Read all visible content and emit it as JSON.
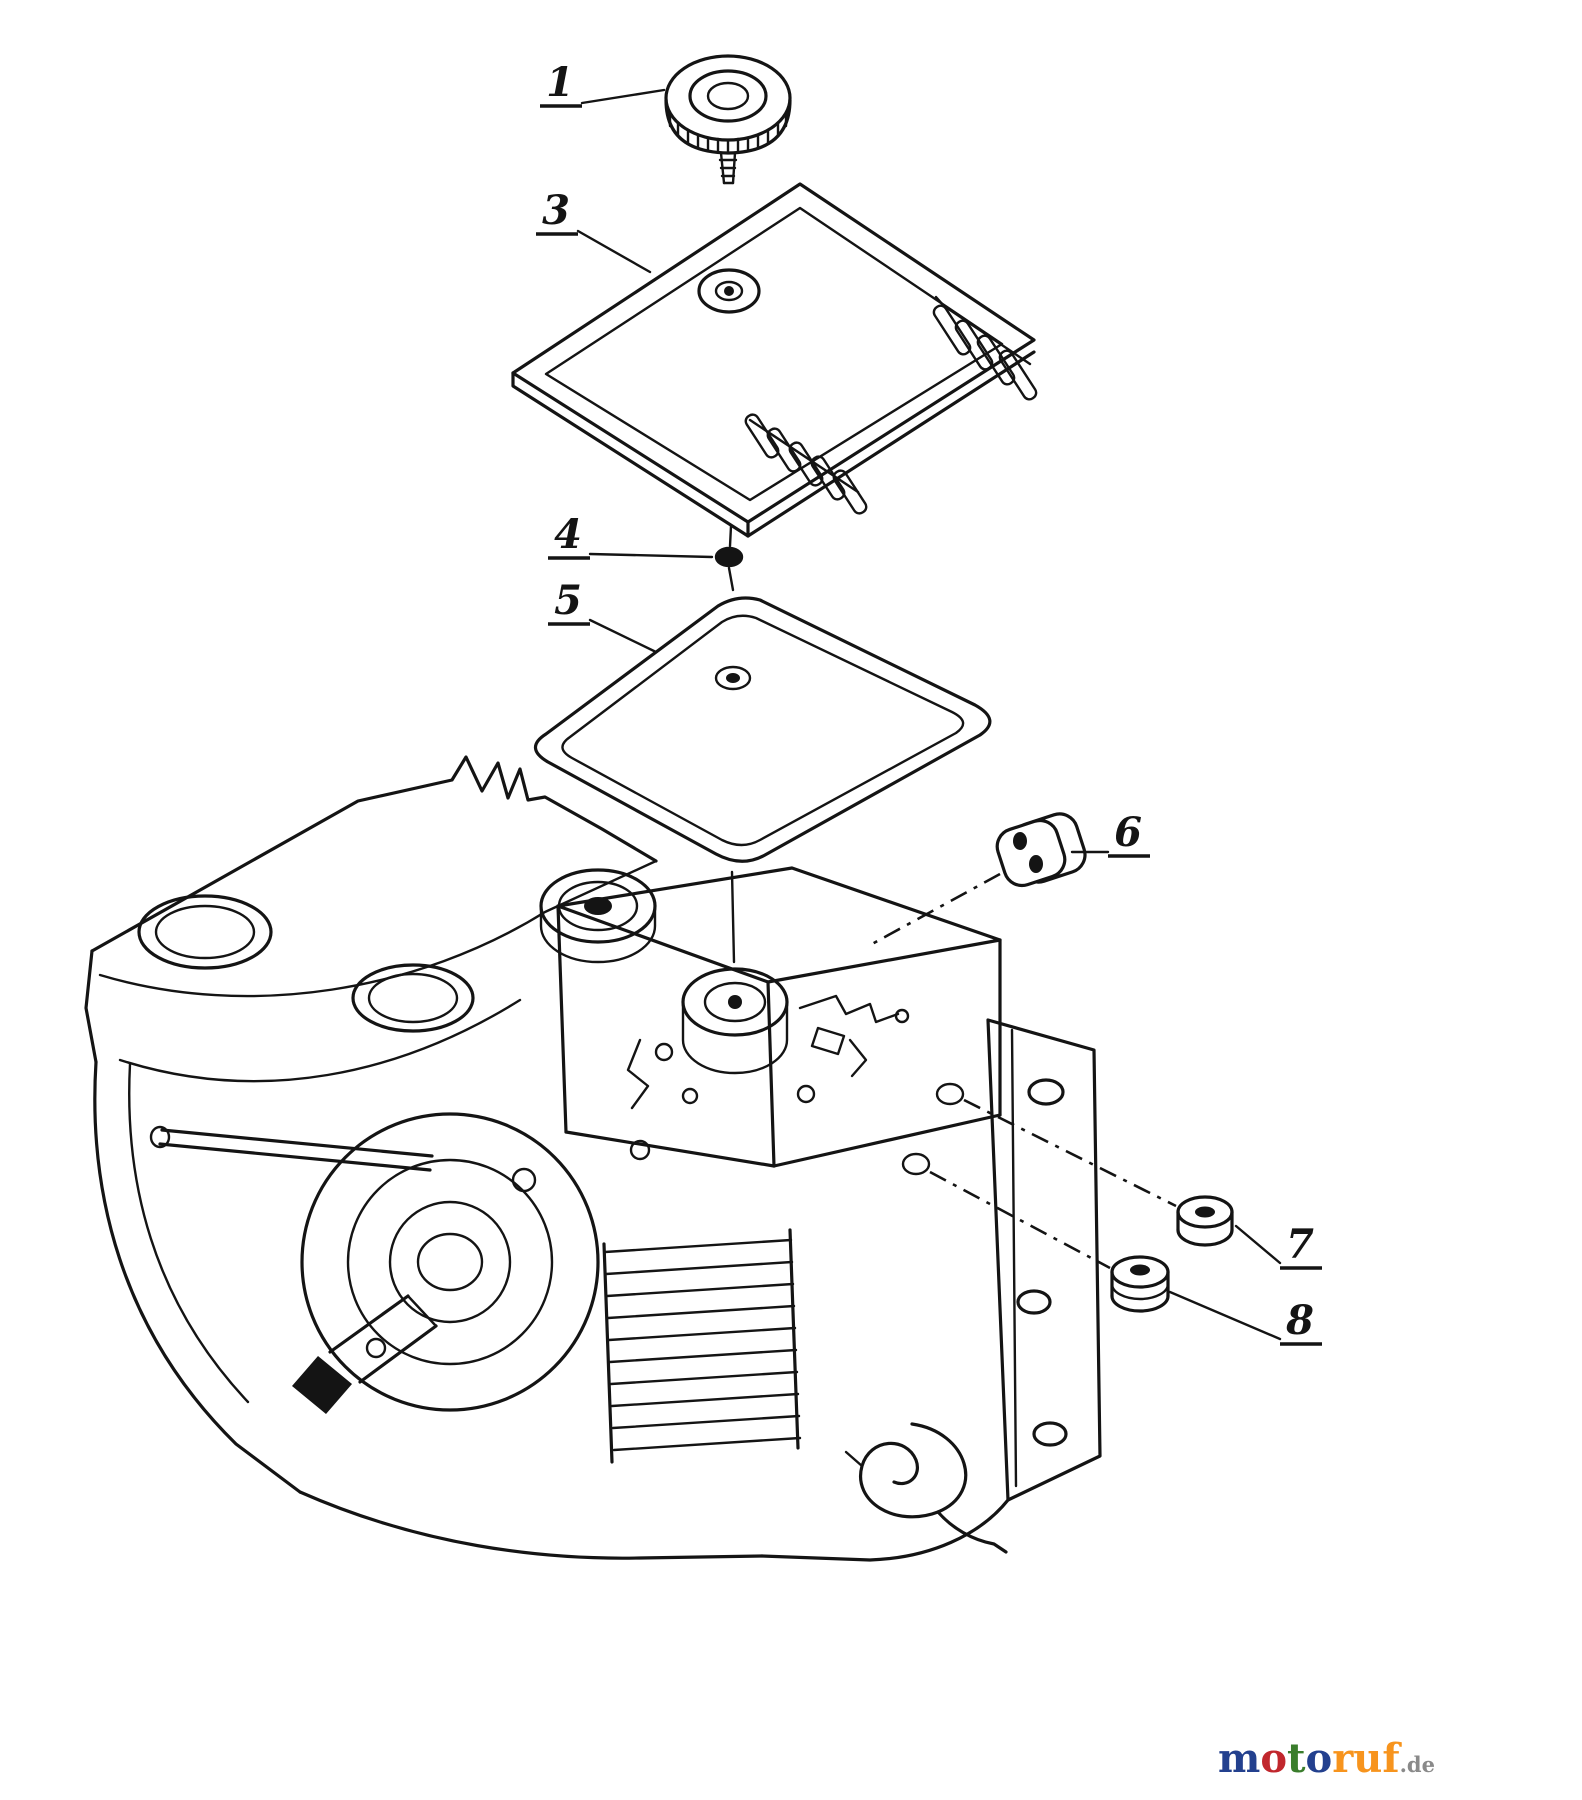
{
  "page": {
    "background_color": "#ffffff",
    "line_color": "#141414"
  },
  "diagram": {
    "type": "exploded-parts-diagram",
    "callouts": [
      {
        "label": "1"
      },
      {
        "label": "3"
      },
      {
        "label": "4"
      },
      {
        "label": "5"
      },
      {
        "label": "6"
      },
      {
        "label": "7"
      },
      {
        "label": "8"
      }
    ]
  },
  "watermark": {
    "brand": "motoruf",
    "letters": [
      {
        "ch": "m",
        "color": "#23408e"
      },
      {
        "ch": "o",
        "color": "#c1272d"
      },
      {
        "ch": "t",
        "color": "#3a7d2c"
      },
      {
        "ch": "o",
        "color": "#23408e"
      },
      {
        "ch": "r",
        "color": "#f7941d"
      },
      {
        "ch": "u",
        "color": "#f7941d"
      },
      {
        "ch": "f",
        "color": "#f7941d"
      }
    ],
    "tld": ".de",
    "tld_color": "#8a8a8a"
  }
}
